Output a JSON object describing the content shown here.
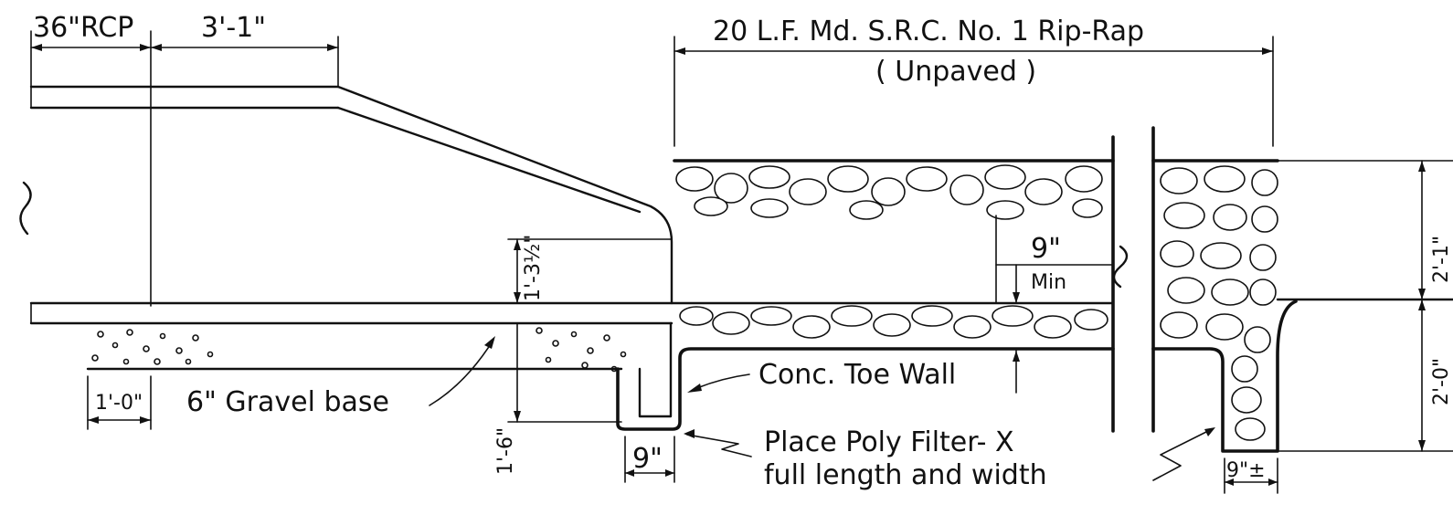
{
  "labels": {
    "pipe": "36\"RCP",
    "apron": "3'-1\"",
    "riprap_title": "20 L.F. Md. S.R.C. No. 1 Rip-Rap",
    "unpaved": "( Unpaved )",
    "curb": "1'-3½\"",
    "min_dim": "9\"",
    "min_word": "Min",
    "right_top": "2'-1\"",
    "right_bottom": "2'-0\"",
    "left_base": "1'-0\"",
    "gravel": "6\" Gravel base",
    "wall_depth": "1'-6\"",
    "wall_width": "9\"",
    "toe_wall": "Conc. Toe Wall",
    "filter_line1": "Place Poly Filter- X",
    "filter_line2": "full length and width",
    "right_wall_width": "9\"±"
  }
}
